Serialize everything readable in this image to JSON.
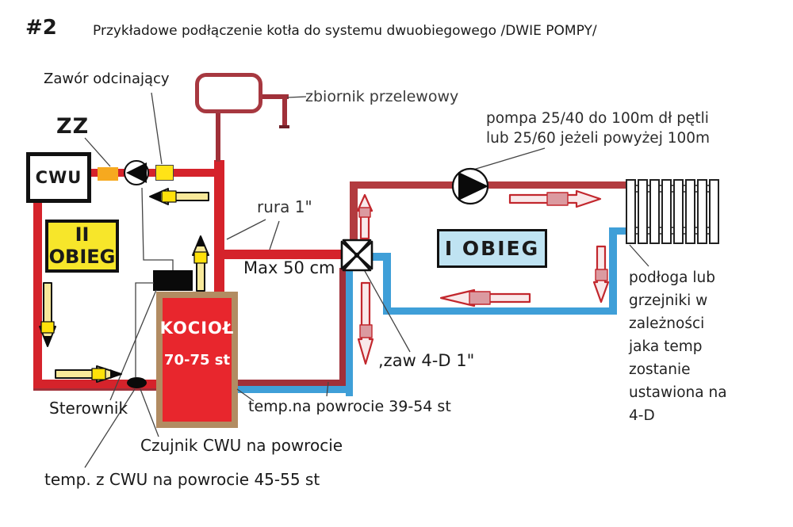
{
  "title": {
    "number": "#2",
    "text": "Przykładowe podłączenie kotła do systemu dwuobiegowego  /DWIE POMPY/"
  },
  "labels": {
    "shutoff_valve": "Zawór odcinający",
    "check_valve": "ZZ",
    "overflow_tank": "zbiornik przelewowy",
    "pump1_line1": "pompa  25/40 do 100m dł pętli",
    "pump1_line2": "lub 25/60 jeżeli powyżej 100m",
    "pipe_size": "rura 1\"",
    "max_distance": "Max 50 cm",
    "valve_4d": ",zaw 4-D 1\"",
    "return_temp": "temp.na powrocie 39-54 st",
    "controller": "Sterownik",
    "cwu_sensor": "Czujnik CWU na powrocie",
    "cwu_return_temp": "temp. z CWU na powrocie 45-55 st",
    "floor_lines": [
      "podłoga lub",
      "grzejniki w",
      "zależności",
      "jaka temp",
      "zostanie",
      "ustawiona na",
      "4-D"
    ]
  },
  "components": {
    "cwu_tank": "CWU",
    "circuit2_line1": "II",
    "circuit2_line2": "OBIEG",
    "circuit1": "I OBIEG",
    "boiler_name": "KOCIOŁ",
    "boiler_temp": "70-75 st"
  },
  "colors": {
    "hot_pipe": "#d5232b",
    "supply_pipe_dark": "#b23b3f",
    "return_mixed": "#a03039",
    "return_pipe_blue": "#3f9fd8",
    "circuit2_fill": "#f7e62a",
    "circuit1_fill": "#bfe3f2",
    "boiler_fill": "#e8262d",
    "boiler_border": "#b28c62",
    "valve_orange": "#f6a91f",
    "valve_yellow": "#ffe317"
  }
}
